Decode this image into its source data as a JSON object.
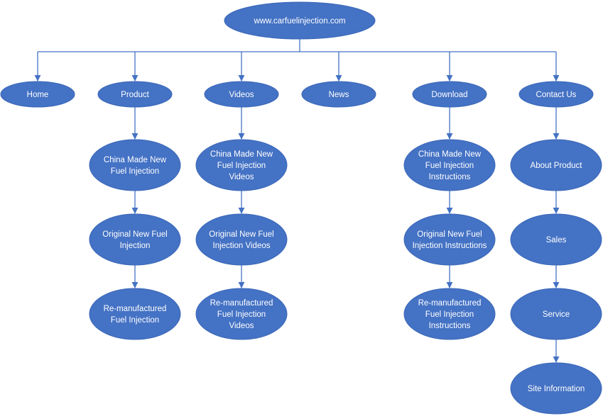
{
  "colors": {
    "node_fill": "#4472c4",
    "node_stroke": "#3b67b8",
    "connector": "#4472c4",
    "text": "#ffffff"
  },
  "root": {
    "label": "www.carfuelinjection.com"
  },
  "menu": [
    {
      "label": "Home",
      "children": []
    },
    {
      "label": "Product",
      "children": [
        "China Made New Fuel Injection",
        "Original New Fuel Injection",
        "Re-manufactured Fuel Injection"
      ]
    },
    {
      "label": "Videos",
      "children": [
        "China Made New Fuel Injection Videos",
        "Original New Fuel Injection Videos",
        "Re-manufactured Fuel Injection Videos"
      ]
    },
    {
      "label": "News",
      "children": []
    },
    {
      "label": "Download",
      "children": [
        "China Made New Fuel Injection Instructions",
        "Original New Fuel Injection Instructions",
        "Re-manufactured Fuel Injection Instructions"
      ]
    },
    {
      "label": "Contact Us",
      "children": [
        "About Product",
        "Sales",
        "Service",
        "Site Information"
      ]
    }
  ]
}
